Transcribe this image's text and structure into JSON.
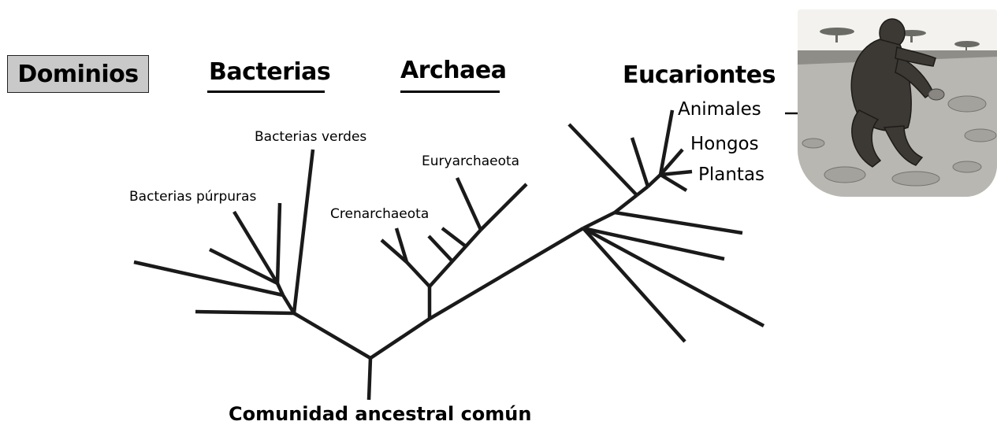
{
  "header": {
    "domains_label": "Dominios",
    "bacteria_label": "Bacterias",
    "archaea_label": "Archaea",
    "eukarya_label": "Eucariontes"
  },
  "bacteria_branches": {
    "green": "Bacterias verdes",
    "purple": "Bacterias púrpuras"
  },
  "archaea_branches": {
    "crenarchaeota": "Crenarchaeota",
    "euryarchaeota": "Euryarchaeota"
  },
  "eukarya_branches": {
    "animals": "Animales",
    "fungi": "Hongos",
    "plants": "Plantas"
  },
  "root_label": "Comunidad ancestral común",
  "illustration": {
    "subject": "early-human-illustration"
  },
  "colors": {
    "line": "#1a1a1a",
    "domain_box": "#c9c9c9"
  }
}
